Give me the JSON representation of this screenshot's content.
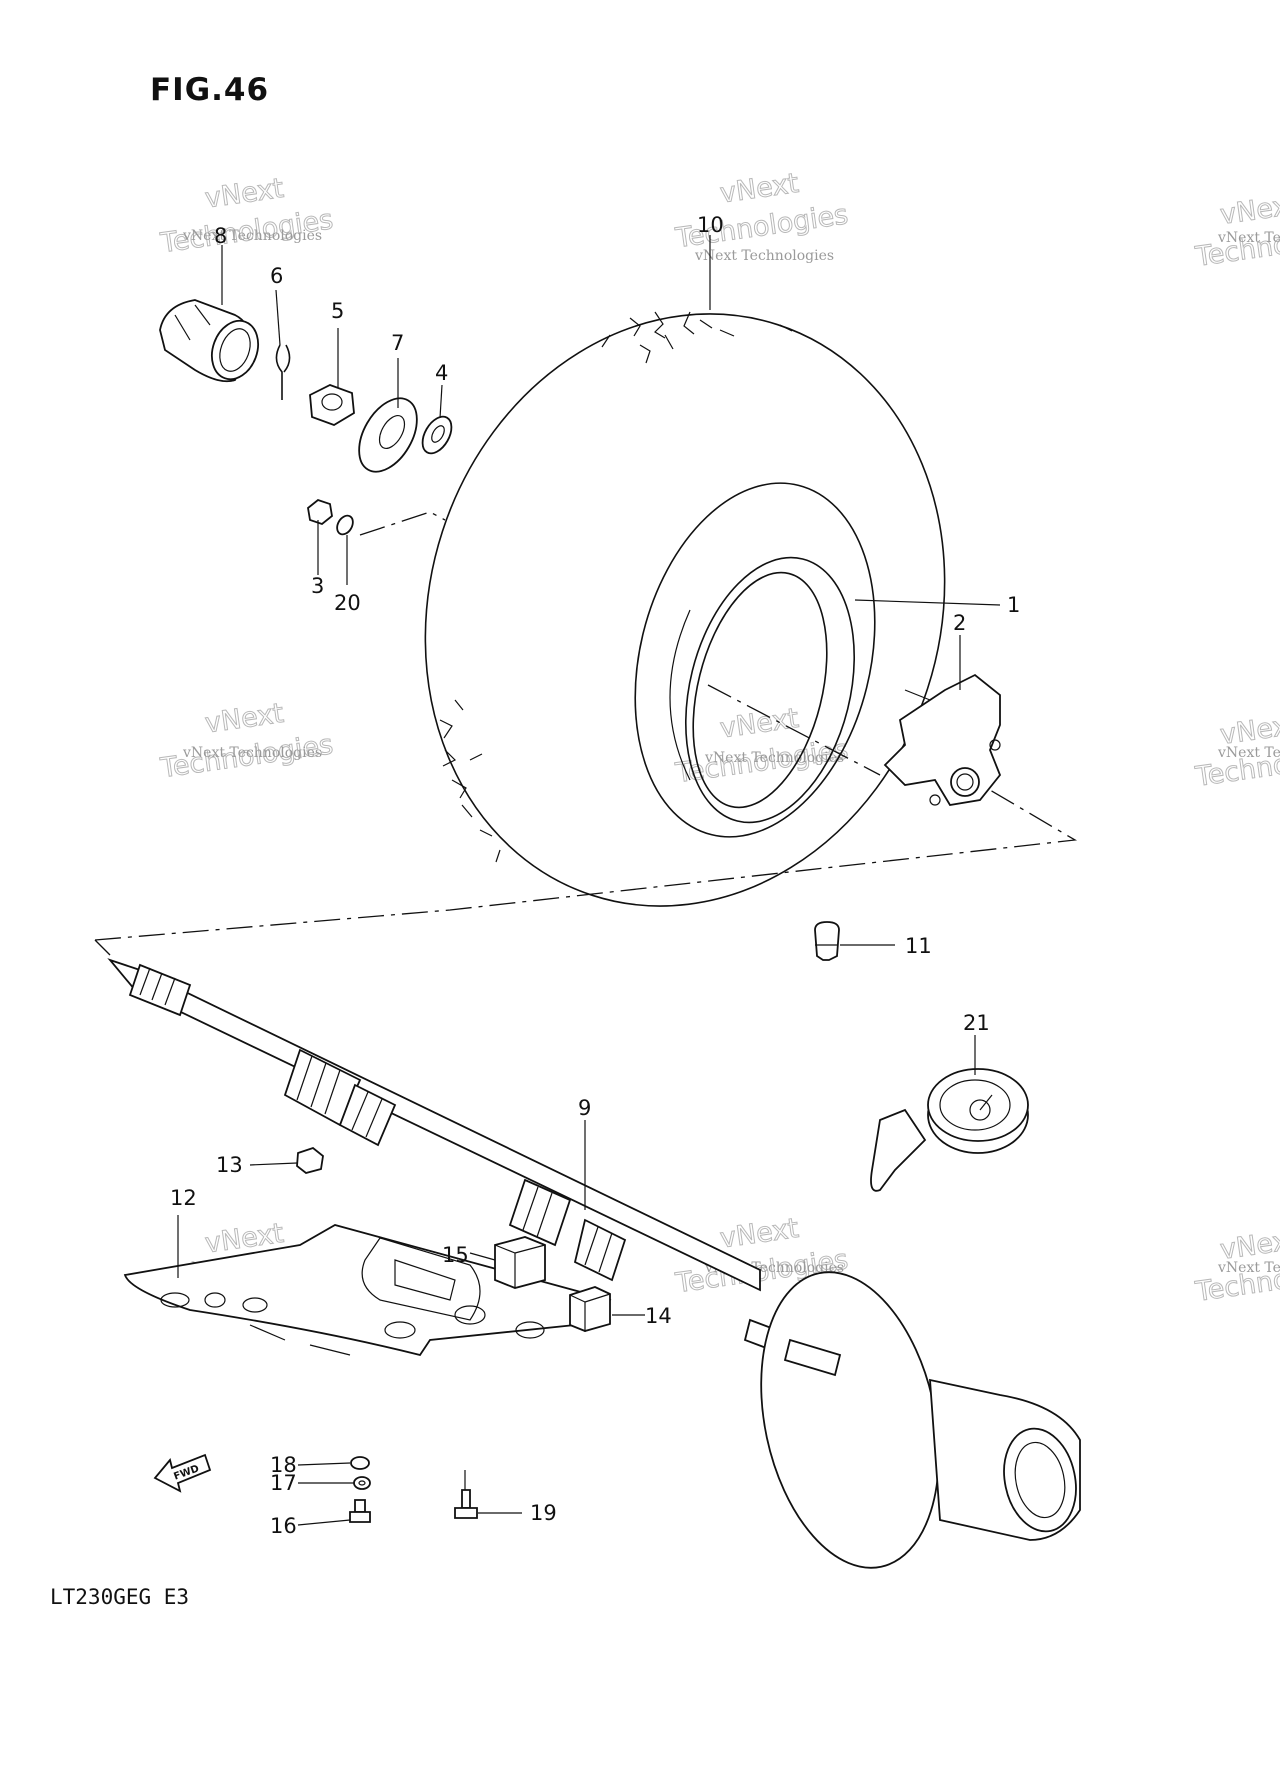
{
  "figure": {
    "title": "FIG.46",
    "model_code": "LT230GEG E3",
    "fwd_arrow_label": "FWD"
  },
  "watermark": {
    "line1": "vNext",
    "line2": "Technologies",
    "small": "vNext Technologies"
  },
  "callouts": [
    {
      "id": "callout-8",
      "label": "8"
    },
    {
      "id": "callout-6",
      "label": "6"
    },
    {
      "id": "callout-5",
      "label": "5"
    },
    {
      "id": "callout-7",
      "label": "7"
    },
    {
      "id": "callout-4",
      "label": "4"
    },
    {
      "id": "callout-3",
      "label": "3"
    },
    {
      "id": "callout-20",
      "label": "20"
    },
    {
      "id": "callout-10",
      "label": "10"
    },
    {
      "id": "callout-1",
      "label": "1"
    },
    {
      "id": "callout-2",
      "label": "2"
    },
    {
      "id": "callout-11",
      "label": "11"
    },
    {
      "id": "callout-21",
      "label": "21"
    },
    {
      "id": "callout-9",
      "label": "9"
    },
    {
      "id": "callout-13",
      "label": "13"
    },
    {
      "id": "callout-12",
      "label": "12"
    },
    {
      "id": "callout-15",
      "label": "15"
    },
    {
      "id": "callout-14",
      "label": "14"
    },
    {
      "id": "callout-18",
      "label": "18"
    },
    {
      "id": "callout-17",
      "label": "17"
    },
    {
      "id": "callout-16",
      "label": "16"
    },
    {
      "id": "callout-19",
      "label": "19"
    }
  ]
}
